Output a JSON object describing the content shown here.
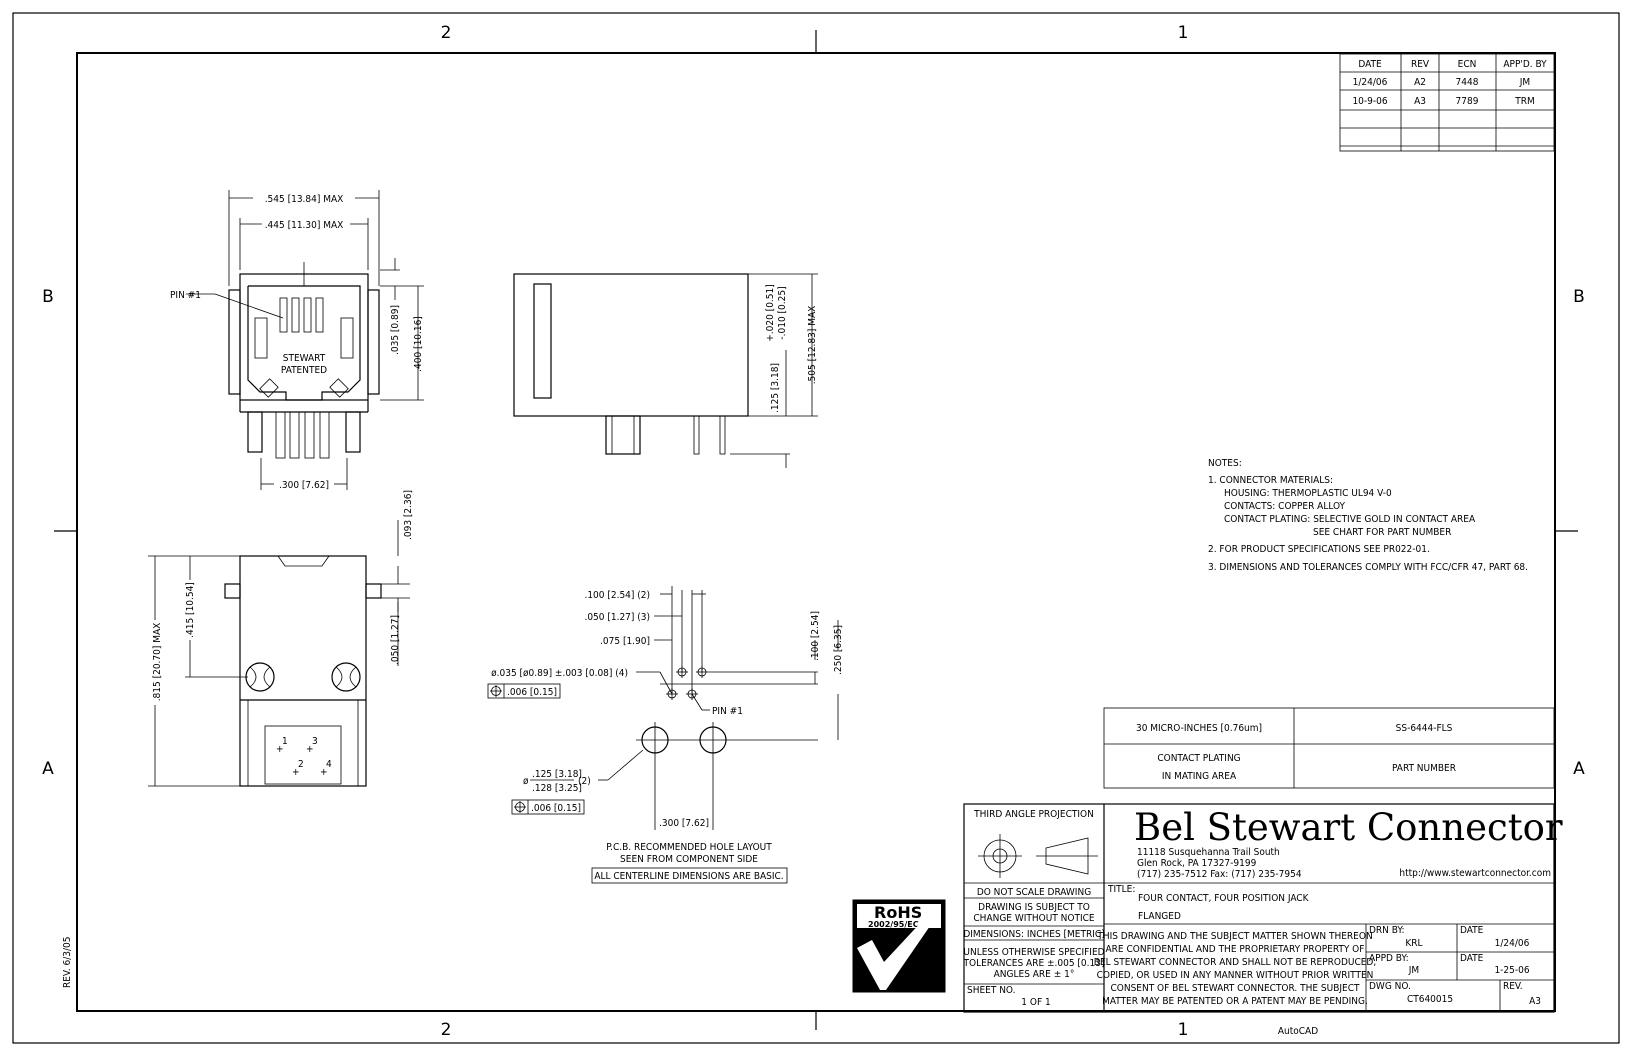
{
  "zone_labels": {
    "top_left": "2",
    "top_right": "1",
    "bottom_left": "2",
    "bottom_right": "1",
    "left_upper": "B",
    "left_lower": "A",
    "right_upper": "B",
    "right_lower": "A"
  },
  "revision_table": {
    "headers": [
      "DATE",
      "REV",
      "ECN",
      "APP'D. BY"
    ],
    "rows": [
      [
        "1/24/06",
        "A2",
        "7448",
        "JM"
      ],
      [
        "10-9-06",
        "A3",
        "7789",
        "TRM"
      ]
    ]
  },
  "front_view": {
    "dim_width_max": ".545 [13.84] MAX",
    "dim_inner_max": ".445 [11.30] MAX",
    "pin1": "PIN #1",
    "patent_line1": "STEWART",
    "patent_line2": "PATENTED",
    "dim_035": ".035 [0.89]",
    "dim_400": ".400 [10.16]",
    "dim_300": ".300 [7.62]"
  },
  "side_view": {
    "dim_tol_plus": "+.020 [0.51]",
    "dim_tol_minus": "-.010 [0.25]",
    "dim_125": ".125 [3.18]",
    "dim_505": ".505 [12.83] MAX"
  },
  "bottom_view": {
    "dim_093": ".093 [2.36]",
    "dim_415": ".415 [10.54]",
    "dim_815": ".815 [20.70] MAX",
    "dim_050": ".050 [1.27]",
    "pins": [
      "1",
      "3",
      "2",
      "4"
    ]
  },
  "pcb_layout": {
    "dim_100_2": ".100 [2.54] (2)",
    "dim_050_3": ".050 [1.27] (3)",
    "dim_075": ".075 [1.90]",
    "dim_hole_small": "ø.035 [ø0.89] ±.003 [0.08] (4)",
    "tol_small": ".006 [0.15]",
    "pin1": "PIN #1",
    "dim_hole_large_top": ".125 [3.18]",
    "dim_hole_large_bottom": ".128 [3.25]",
    "dim_hole_large_qty": "(2)",
    "dim_hole_large_prefix": "ø",
    "tol_large": ".006 [0.15]",
    "dim_100_v": ".100 [2.54]",
    "dim_250_v": ".250 [6.35]",
    "dim_300": ".300 [7.62]",
    "caption_line1": "P.C.B. RECOMMENDED HOLE LAYOUT",
    "caption_line2": "SEEN FROM COMPONENT SIDE",
    "caption_box": "ALL CENTERLINE DIMENSIONS ARE BASIC."
  },
  "notes": {
    "heading": "NOTES:",
    "n1": "1.  CONNECTOR MATERIALS:",
    "n1a": "HOUSING:   THERMOPLASTIC UL94 V-0",
    "n1b": "CONTACTS:   COPPER ALLOY",
    "n1c": "CONTACT PLATING:  SELECTIVE GOLD IN CONTACT AREA",
    "n1d": "SEE CHART FOR PART NUMBER",
    "n2": "2.  FOR PRODUCT SPECIFICATIONS SEE PR022-01.",
    "n3": "3.  DIMENSIONS AND TOLERANCES COMPLY WITH FCC/CFR 47, PART 68."
  },
  "part_table": {
    "plating": "30 MICRO-INCHES [0.76um]",
    "part_number": "SS-6444-FLS",
    "plating_label_1": "CONTACT PLATING",
    "plating_label_2": "IN MATING AREA",
    "part_label": "PART NUMBER"
  },
  "title_block": {
    "projection": "THIRD ANGLE PROJECTION",
    "company": "Bel Stewart Connector",
    "address_1": "11118 Susquehanna Trail South",
    "address_2": "Glen Rock, PA  17327-9199",
    "address_3": "(717) 235-7512  Fax: (717) 235-7954",
    "website": "http://www.stewartconnector.com",
    "title_label": "TITLE:",
    "title_1": "FOUR CONTACT, FOUR POSITION JACK",
    "title_2": "FLANGED",
    "do_not_scale": "DO NOT SCALE DRAWING",
    "subject_1": "DRAWING IS SUBJECT TO",
    "subject_2": "CHANGE WITHOUT NOTICE",
    "dimensions": "DIMENSIONS: INCHES [METRIC]",
    "tol_1": "UNLESS OTHERWISE SPECIFIED",
    "tol_2": "TOLERANCES ARE ±.005 [0.13]",
    "tol_3": "ANGLES ARE ± 1°",
    "sheet_label": "SHEET NO.",
    "sheet": "1 OF 1",
    "conf_1": "THIS DRAWING AND THE SUBJECT MATTER SHOWN THEREON",
    "conf_2": "ARE CONFIDENTIAL AND THE PROPRIETARY PROPERTY OF",
    "conf_3": "BEL STEWART CONNECTOR AND SHALL NOT BE REPRODUCED,",
    "conf_4": "COPIED, OR USED IN ANY MANNER WITHOUT PRIOR WRITTEN",
    "conf_5": "CONSENT OF BEL STEWART CONNECTOR.  THE SUBJECT",
    "conf_6": "MATTER MAY BE PATENTED OR A PATENT MAY BE PENDING.",
    "drn_label": "DRN BY:",
    "drn": "KRL",
    "date_label": "DATE",
    "drn_date": "1/24/06",
    "appd_label": "APPD BY:",
    "appd": "JM",
    "appd_date": "1-25-06",
    "dwg_label": "DWG NO.",
    "dwg": "CT640015",
    "rev_label": "REV.",
    "rev": "A3"
  },
  "rohs": {
    "label": "RoHS",
    "directive": "2002/95/EC"
  },
  "rev_note": "REV. 6/3/05",
  "software": "AutoCAD"
}
